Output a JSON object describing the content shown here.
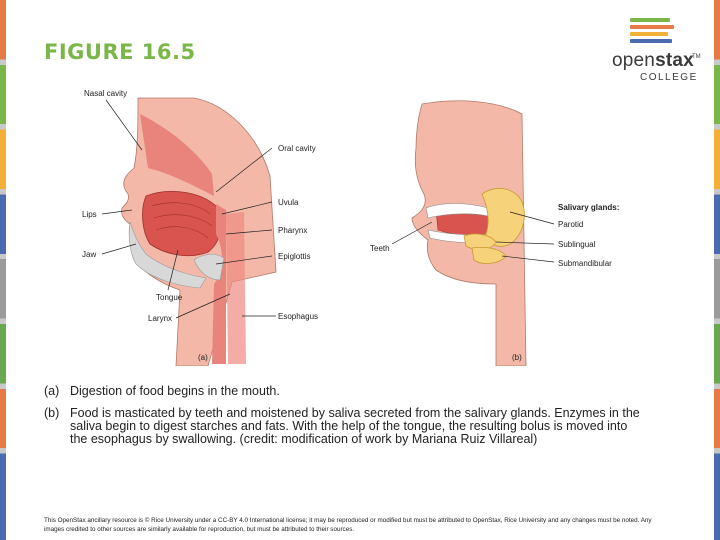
{
  "title": "FIGURE 16.5",
  "logo": {
    "word_light": "open",
    "word_bold": "stax",
    "tm": "TM",
    "sub": "COLLEGE"
  },
  "figure": {
    "labels_a": {
      "nasal": "Nasal cavity",
      "oral": "Oral cavity",
      "lips": "Lips",
      "uvula": "Uvula",
      "pharynx": "Pharynx",
      "jaw": "Jaw",
      "epiglottis": "Epiglottis",
      "tongue": "Tongue",
      "larynx": "Larynx",
      "esophagus": "Esophagus",
      "panel": "(a)"
    },
    "labels_b": {
      "glands": "Salivary glands:",
      "parotid": "Parotid",
      "sublingual": "Sublingual",
      "teeth": "Teeth",
      "submandibular": "Submandibular",
      "panel": "(b)"
    }
  },
  "captions": [
    {
      "tag": "(a)",
      "text": "Digestion of food begins in the mouth."
    },
    {
      "tag": "(b)",
      "text": "Food is masticated by teeth and moistened by saliva secreted from the salivary glands. Enzymes in the saliva begin to digest starches and fats. With the help of the tongue, the resulting bolus is moved into the esophagus by swallowing. (credit: modification of work by Mariana Ruiz Villareal)"
    }
  ],
  "footer": "This OpenStax ancillary resource is © Rice University under a CC-BY 4.0 International license; it may be reproduced or modified but must be attributed to OpenStax, Rice University and any changes must be noted. Any images credited to other sources are similarly available for reproduction, but must be attributed to their sources.",
  "colors": {
    "title": "#7ab648",
    "tissue": "#f3b8a8",
    "mucosa": "#e8847c",
    "tongue": "#d9534f",
    "gland": "#f6d27a",
    "bone": "#d8d8d8"
  }
}
